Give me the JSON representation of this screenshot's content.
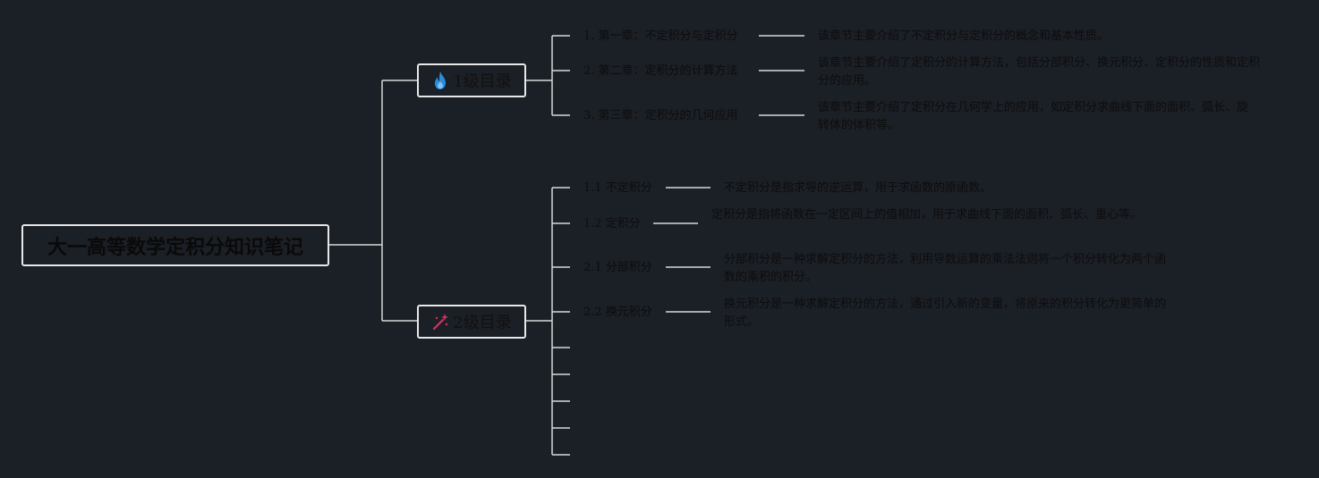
{
  "root": {
    "title": "大一高等数学定积分知识笔记"
  },
  "branches": [
    {
      "label": "1级目录",
      "icon": "fire-icon",
      "icon_color": "#2a8ee0",
      "items": [
        {
          "label": "1. 第一章：不定积分与定积分",
          "desc": "该章节主要介绍了不定积分与定积分的概念和基本性质。"
        },
        {
          "label": "2. 第二章：定积分的计算方法",
          "desc": "该章节主要介绍了定积分的计算方法，包括分部积分、换元积分、定积分的性质和定积分的应用。"
        },
        {
          "label": "3. 第三章：定积分的几何应用",
          "desc": "该章节主要介绍了定积分在几何学上的应用，如定积分求曲线下面的面积、弧长、旋转体的体积等。"
        }
      ]
    },
    {
      "label": "2级目录",
      "icon": "magic-wand-icon",
      "icon_color": "#d6335c",
      "items": [
        {
          "label": "1.1 不定积分",
          "desc": "不定积分是指求导的逆运算，用于求函数的原函数。"
        },
        {
          "label": "1.2 定积分",
          "desc": "定积分是指将函数在一定区间上的值相加，用于求曲线下面的面积、弧长、重心等。"
        },
        {
          "label": "2.1 分部积分",
          "desc": "分部积分是一种求解定积分的方法，利用导数运算的乘法法则将一个积分转化为两个函数的乘积的积分。"
        },
        {
          "label": "2.2 换元积分",
          "desc": "换元积分是一种求解定积分的方法，通过引入新的变量，将原来的积分转化为更简单的形式。"
        }
      ],
      "empty_slots": 5
    }
  ],
  "colors": {
    "background": "#1b1f26",
    "line": "#d8d8d8",
    "text": "#0d0d0d"
  }
}
